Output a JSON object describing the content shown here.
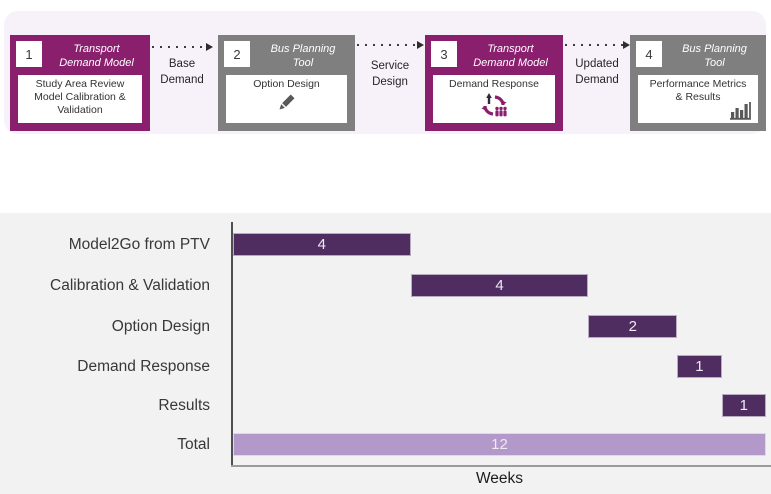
{
  "flow": {
    "steps": [
      {
        "number": "1",
        "title": "Transport\nDemand Model",
        "body": "Study Area Review\nModel Calibration &\nValidation",
        "theme": "purple",
        "icon": null
      },
      {
        "number": "2",
        "title": "Bus Planning\nTool",
        "body": "Option Design",
        "theme": "gray",
        "icon": "pencil-icon"
      },
      {
        "number": "3",
        "title": "Transport\nDemand Model",
        "body": "Demand Response",
        "theme": "purple",
        "icon": "cycle-arrows-people-icon"
      },
      {
        "number": "4",
        "title": "Bus Planning\nTool",
        "body": "Performance Metrics\n& Results",
        "theme": "gray",
        "icon": "bar-chart-icon"
      }
    ],
    "connectors": [
      {
        "label": "Base\nDemand"
      },
      {
        "label": "Service\nDesign"
      },
      {
        "label": "Updated\nDemand"
      }
    ]
  },
  "chart_data": {
    "type": "bar",
    "variant": "gantt",
    "xlabel": "Weeks",
    "xlim": [
      0,
      12
    ],
    "grid": false,
    "categories": [
      "Model2Go from PTV",
      "Calibration & Validation",
      "Option Design",
      "Demand Response",
      "Results",
      "Total"
    ],
    "bars": [
      {
        "label": "Model2Go from PTV",
        "start": 0,
        "duration": 4,
        "value": "4",
        "kind": "task"
      },
      {
        "label": "Calibration & Validation",
        "start": 4,
        "duration": 4,
        "value": "4",
        "kind": "task"
      },
      {
        "label": "Option Design",
        "start": 8,
        "duration": 2,
        "value": "2",
        "kind": "task"
      },
      {
        "label": "Demand Response",
        "start": 10,
        "duration": 1,
        "value": "1",
        "kind": "task"
      },
      {
        "label": "Results",
        "start": 11,
        "duration": 1,
        "value": "1",
        "kind": "task"
      },
      {
        "label": "Total",
        "start": 0,
        "duration": 12,
        "value": "12",
        "kind": "total"
      }
    ]
  },
  "colors": {
    "flow_purple": "#8a1f6e",
    "flow_gray": "#7f7f7f",
    "banner_bg": "#f7f1fa",
    "panel_bg": "#f2f2f2",
    "bar_dark": "#4f2d60",
    "bar_light": "#b399ca"
  }
}
